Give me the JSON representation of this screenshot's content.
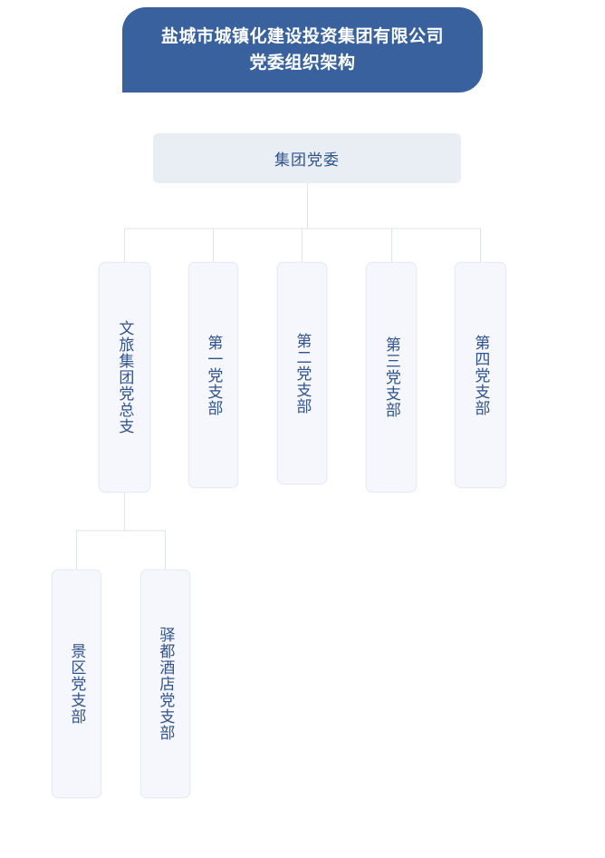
{
  "header": {
    "title": "盐城市城镇化建设投资集团有限公司\n党委组织架构",
    "title_line1": "盐城市城镇化建设投资集团有限公司",
    "title_line2": "党委组织架构",
    "background_color": "#38619e",
    "text_color": "#ffffff"
  },
  "colors": {
    "banner_blue": "#38619e",
    "root_node_fill": "#e8eef4",
    "node_fill": "#f5f7fc",
    "node_border": "#e9ecf5",
    "text_navy": "#31538c",
    "connector_line": "#dfe3ee",
    "page_background": "#ffffff"
  },
  "chart_data": {
    "type": "diagram",
    "title": "盐城市城镇化建设投资集团有限公司党委组织架构",
    "orientation": "top-down",
    "levels": 3,
    "root": {
      "id": "group-party-committee",
      "label": "集团党委",
      "orientation": "horizontal"
    },
    "level2": [
      {
        "id": "culture-tourism-general-branch",
        "label": "文旅集团党总支",
        "orientation": "vertical",
        "char_count": 7
      },
      {
        "id": "party-branch-1",
        "label": "第一党支部",
        "orientation": "vertical",
        "char_count": 5
      },
      {
        "id": "party-branch-2",
        "label": "第二党支部",
        "orientation": "vertical",
        "char_count": 5
      },
      {
        "id": "party-branch-3",
        "label": "第三党支部",
        "orientation": "vertical",
        "char_count": 5
      },
      {
        "id": "party-branch-4",
        "label": "第四党支部",
        "orientation": "vertical",
        "char_count": 5
      }
    ],
    "level3": [
      {
        "id": "scenic-area-party-branch",
        "label": "景区党支部",
        "orientation": "vertical",
        "char_count": 5,
        "parent": "culture-tourism-general-branch"
      },
      {
        "id": "yidu-hotel-party-branch",
        "label": "驿都酒店党支部",
        "orientation": "vertical",
        "char_count": 7,
        "parent": "culture-tourism-general-branch"
      }
    ],
    "edges": [
      {
        "from": "group-party-committee",
        "to": "culture-tourism-general-branch"
      },
      {
        "from": "group-party-committee",
        "to": "party-branch-1"
      },
      {
        "from": "group-party-committee",
        "to": "party-branch-2"
      },
      {
        "from": "group-party-committee",
        "to": "party-branch-3"
      },
      {
        "from": "group-party-committee",
        "to": "party-branch-4"
      },
      {
        "from": "culture-tourism-general-branch",
        "to": "scenic-area-party-branch"
      },
      {
        "from": "culture-tourism-general-branch",
        "to": "yidu-hotel-party-branch"
      }
    ]
  }
}
